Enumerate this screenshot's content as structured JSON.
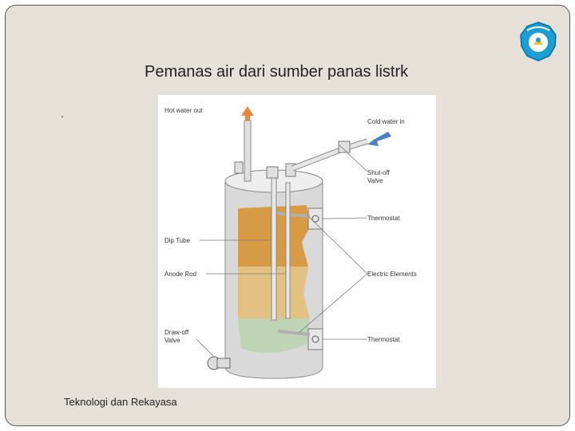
{
  "slide": {
    "title": "Pemanas air dari sumber panas listrk",
    "bullet": ".",
    "footer": "Teknologi dan Rekayasa"
  },
  "diagram": {
    "labels": {
      "hot_water_out": "Hot water out",
      "cold_water_in": "Cold water in",
      "shutoff_valve_1": "Shut-off",
      "shutoff_valve_2": "Valve",
      "thermostat_top": "Thermostat",
      "dip_tube": "Dip Tube",
      "anode_rod": "Anode Rod",
      "electric_elements": "Electric Elements",
      "drawoff_valve_1": "Draw-off",
      "drawoff_valve_2": "Valve",
      "thermostat_bottom": "Thermostat"
    }
  },
  "colors": {
    "slide_bg": "#e5e1d9",
    "hot_water": "#d79b45",
    "warm_water": "#e2c183",
    "cold_water": "#bfd3b5",
    "hot_arrow": "#e8893a",
    "cold_arrow": "#4a7fc1",
    "tank": "#d9d9d9",
    "logo": "#1a9ed4"
  },
  "icons": {
    "logo": "tut-wuri-handayani-emblem"
  }
}
